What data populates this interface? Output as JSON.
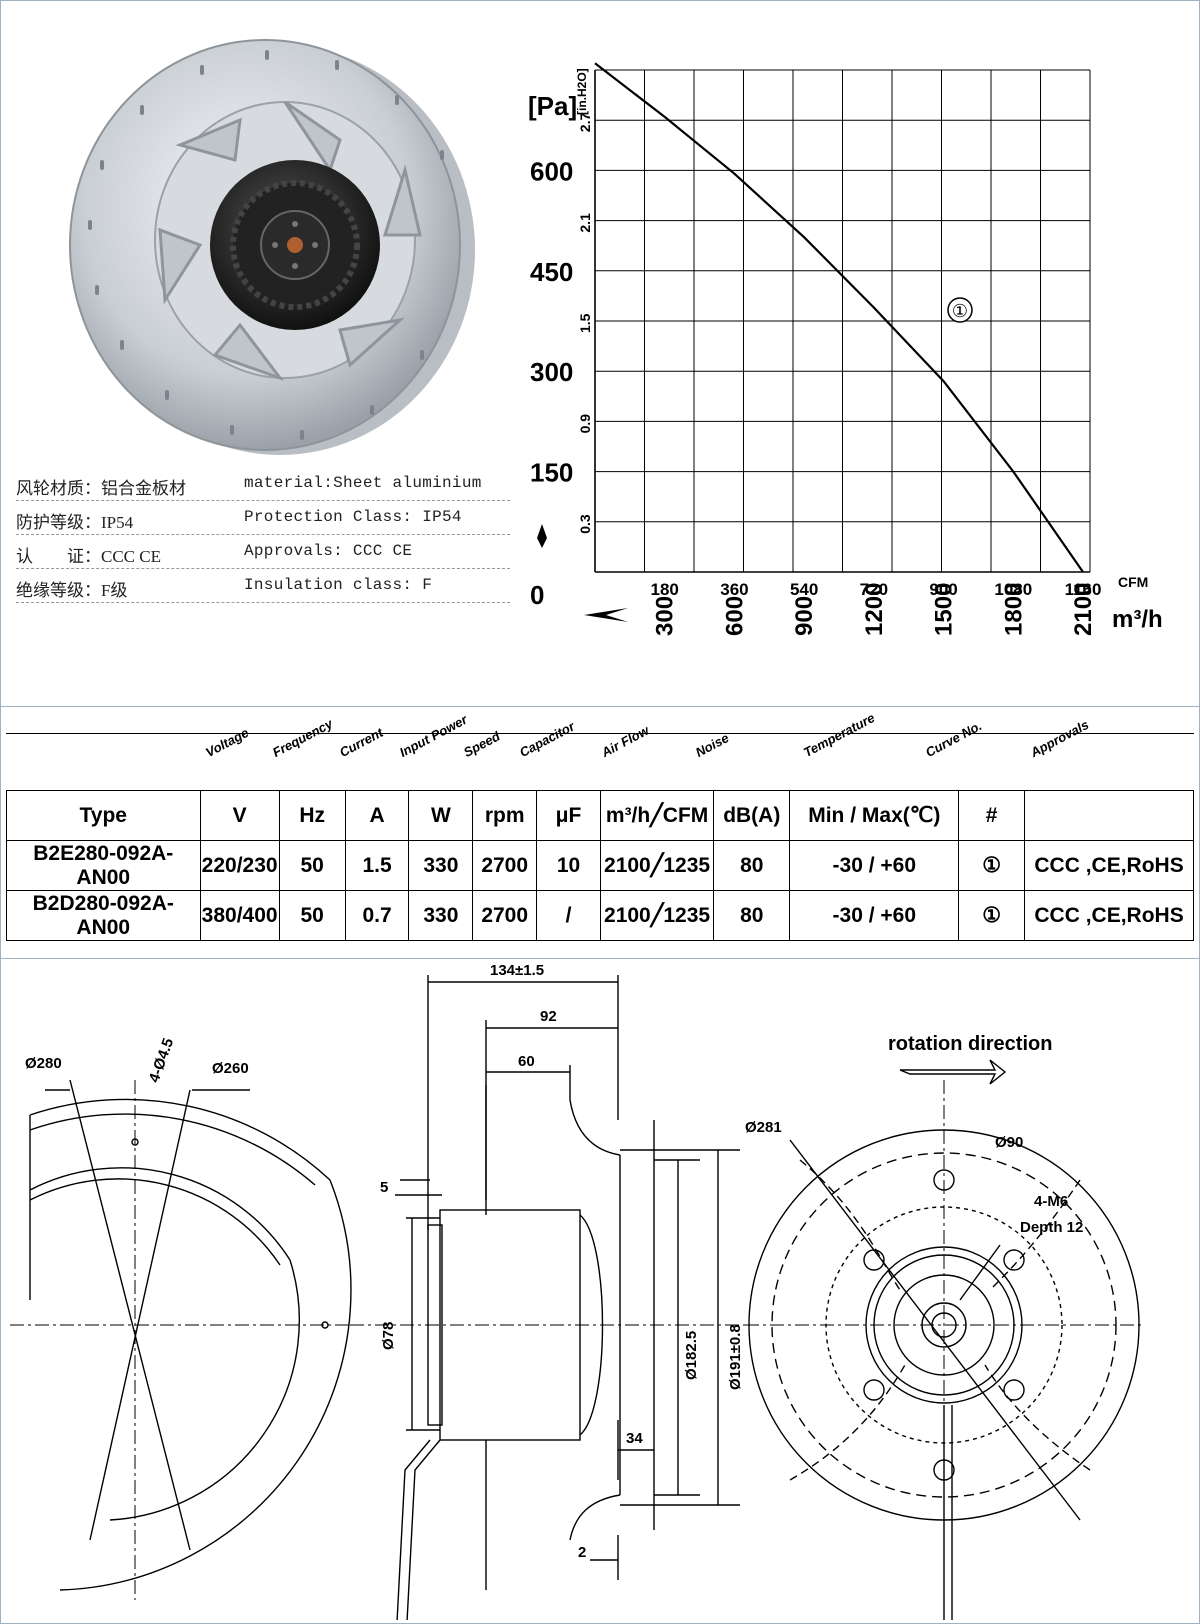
{
  "specs": [
    {
      "cn": "风轮材质：铝合金板材",
      "en": "material:Sheet aluminium"
    },
    {
      "cn": "防护等级：IP54",
      "en": "Protection Class: IP54"
    },
    {
      "cn": "认　　证：CCC CE",
      "en": "Approvals: CCC  CE"
    },
    {
      "cn": "绝缘等级：F级",
      "en": "Insulation class: F"
    }
  ],
  "chart_data": {
    "type": "line",
    "title": "",
    "ylabel": "[Pa]",
    "ylabel_secondary": "[in.H2O]",
    "xlabel_primary_unit": "m³/h",
    "xlabel_secondary_unit": "CFM",
    "y_ticks_pa": [
      "600",
      "450",
      "300",
      "150",
      "0"
    ],
    "y_ticks_inh2o": [
      "2.7",
      "2.1",
      "1.5",
      "0.9",
      "0.3"
    ],
    "x_ticks_cfm": [
      "180",
      "360",
      "540",
      "720",
      "900",
      "1080",
      "1160"
    ],
    "x_ticks_m3h": [
      "300",
      "600",
      "900",
      "1200",
      "1500",
      "1800",
      "2100"
    ],
    "xlim": [
      0,
      2100
    ],
    "ylim": [
      0,
      750
    ],
    "grid": true,
    "series": [
      {
        "name": "①",
        "x": [
          0,
          300,
          600,
          900,
          1200,
          1500,
          1800,
          2100
        ],
        "y": [
          760,
          680,
          595,
          500,
          395,
          285,
          150,
          0
        ]
      }
    ]
  },
  "table": {
    "header_labels": [
      "Voltage",
      "Frequency",
      "Current",
      "Input Power",
      "Speed",
      "Capacitor",
      "Air Flow",
      "Noise",
      "Temperature",
      "Curve No.",
      "Approvals"
    ],
    "units": [
      "Type",
      "V",
      "Hz",
      "A",
      "W",
      "rpm",
      "μF",
      "m³/h╱CFM",
      "dB(A)",
      "Min / Max(℃)",
      "#",
      ""
    ],
    "rows": [
      [
        "B2E280-092A-AN00",
        "220/230",
        "50",
        "1.5",
        "330",
        "2700",
        "10",
        "2100╱1235",
        "80",
        "-30 / +60",
        "①",
        "CCC ,CE,RoHS"
      ],
      [
        "B2D280-092A-AN00",
        "380/400",
        "50",
        "0.7",
        "330",
        "2700",
        "/",
        "2100╱1235",
        "80",
        "-30 / +60",
        "①",
        "CCC ,CE,RoHS"
      ]
    ]
  },
  "drawing": {
    "left": {
      "d280": "Ø280",
      "holes": "4-Ø4.5",
      "d260": "Ø260"
    },
    "side": {
      "d134": "134±1.5",
      "d92": "92",
      "d60": "60",
      "d5": "5",
      "d78": "Ø78",
      "d182": "Ø182.5",
      "d191": "Ø191±0.8",
      "d34": "34",
      "d2": "2"
    },
    "right": {
      "rotation": "rotation direction",
      "d281": "Ø281",
      "d90": "Ø90",
      "m6": "4-M6",
      "depth": "Depth 12"
    }
  }
}
